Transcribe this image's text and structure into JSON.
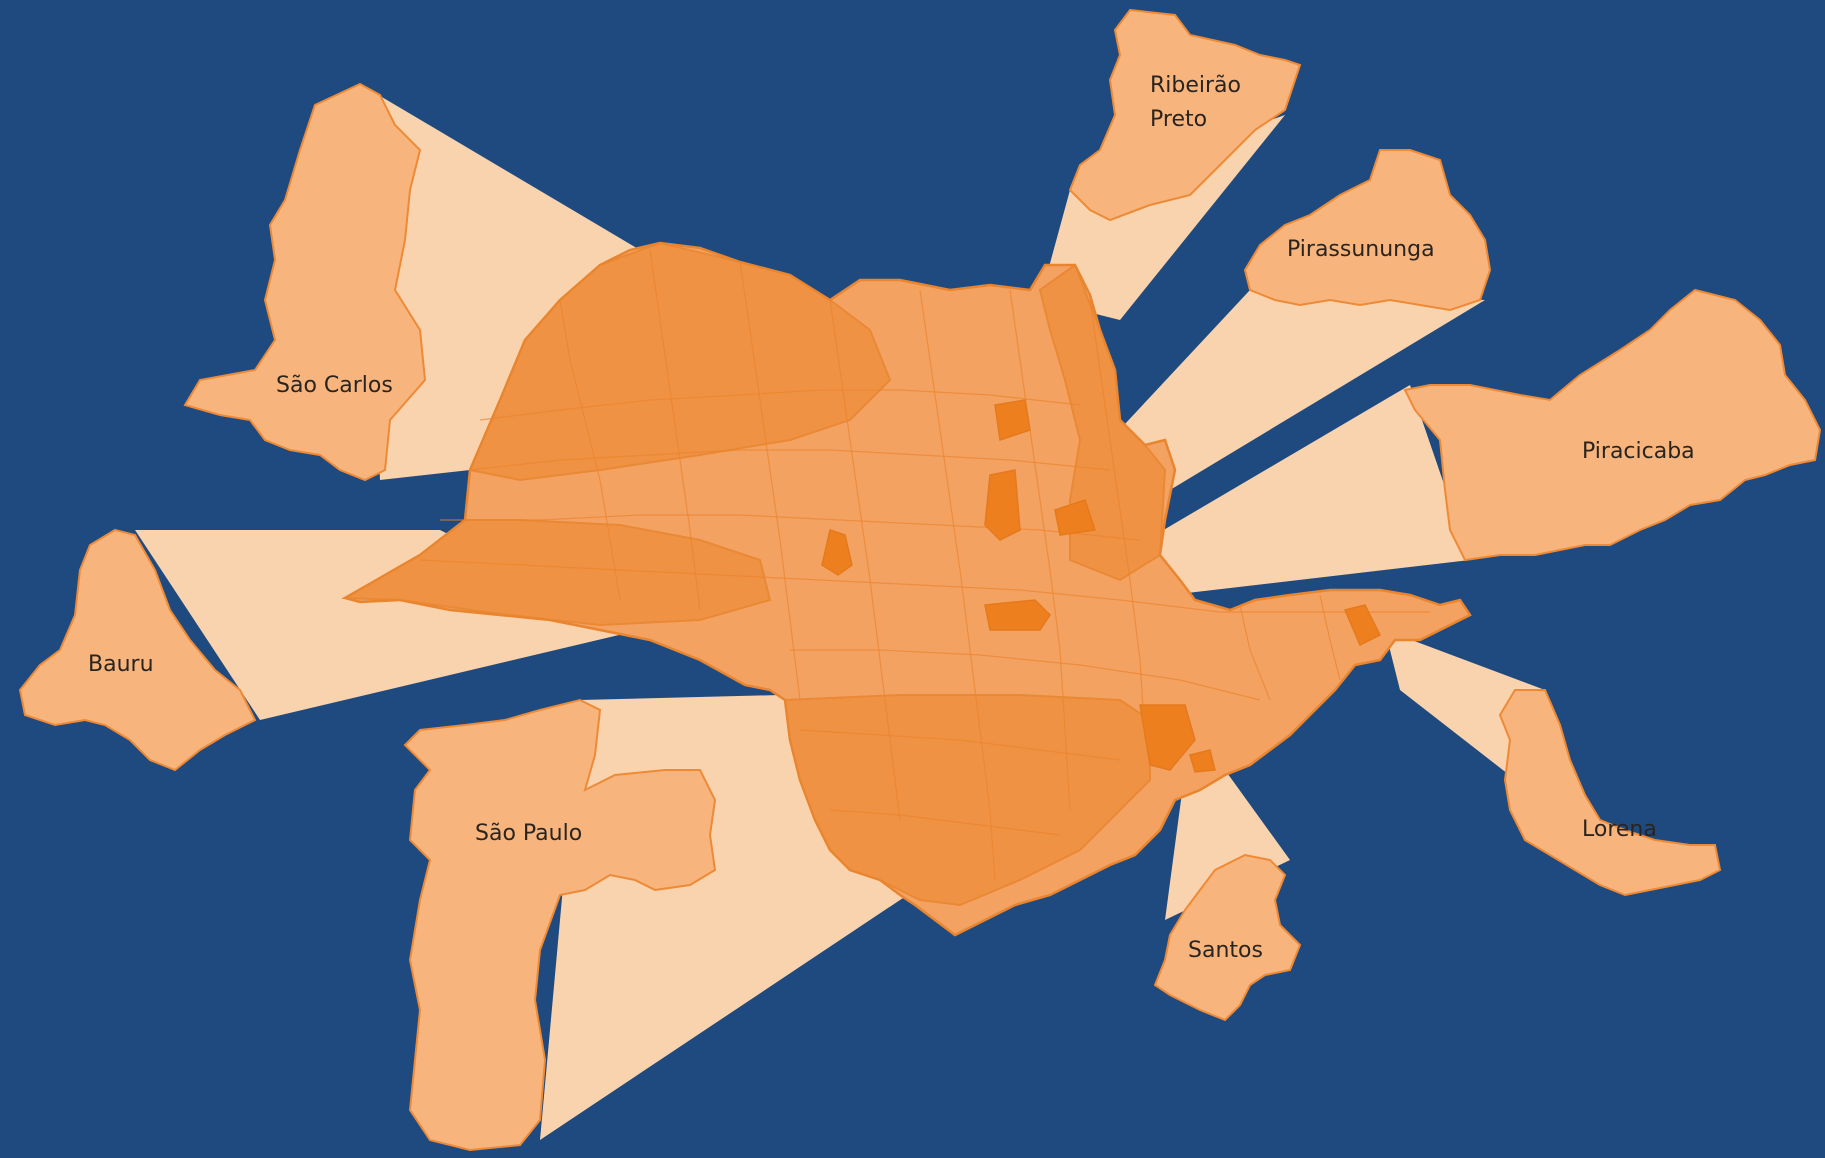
{
  "map": {
    "colors": {
      "background": "#1f4a7f",
      "state_fill": "#f3a262",
      "highlight_fill": "#ee7f1f",
      "inset_fill": "#f7b57d",
      "beam_fill": "#f9d3ad",
      "border": "#e9852e"
    },
    "cities": [
      {
        "id": "sao-carlos",
        "label": "São Carlos"
      },
      {
        "id": "ribeirao-preto",
        "label_lines": [
          "Ribeirão",
          "Preto"
        ]
      },
      {
        "id": "pirassununga",
        "label": "Pirassununga"
      },
      {
        "id": "piracicaba",
        "label": "Piracicaba"
      },
      {
        "id": "bauru",
        "label": "Bauru"
      },
      {
        "id": "sao-paulo",
        "label": "São Paulo"
      },
      {
        "id": "santos",
        "label": "Santos"
      },
      {
        "id": "lorena",
        "label": "Lorena"
      }
    ]
  }
}
